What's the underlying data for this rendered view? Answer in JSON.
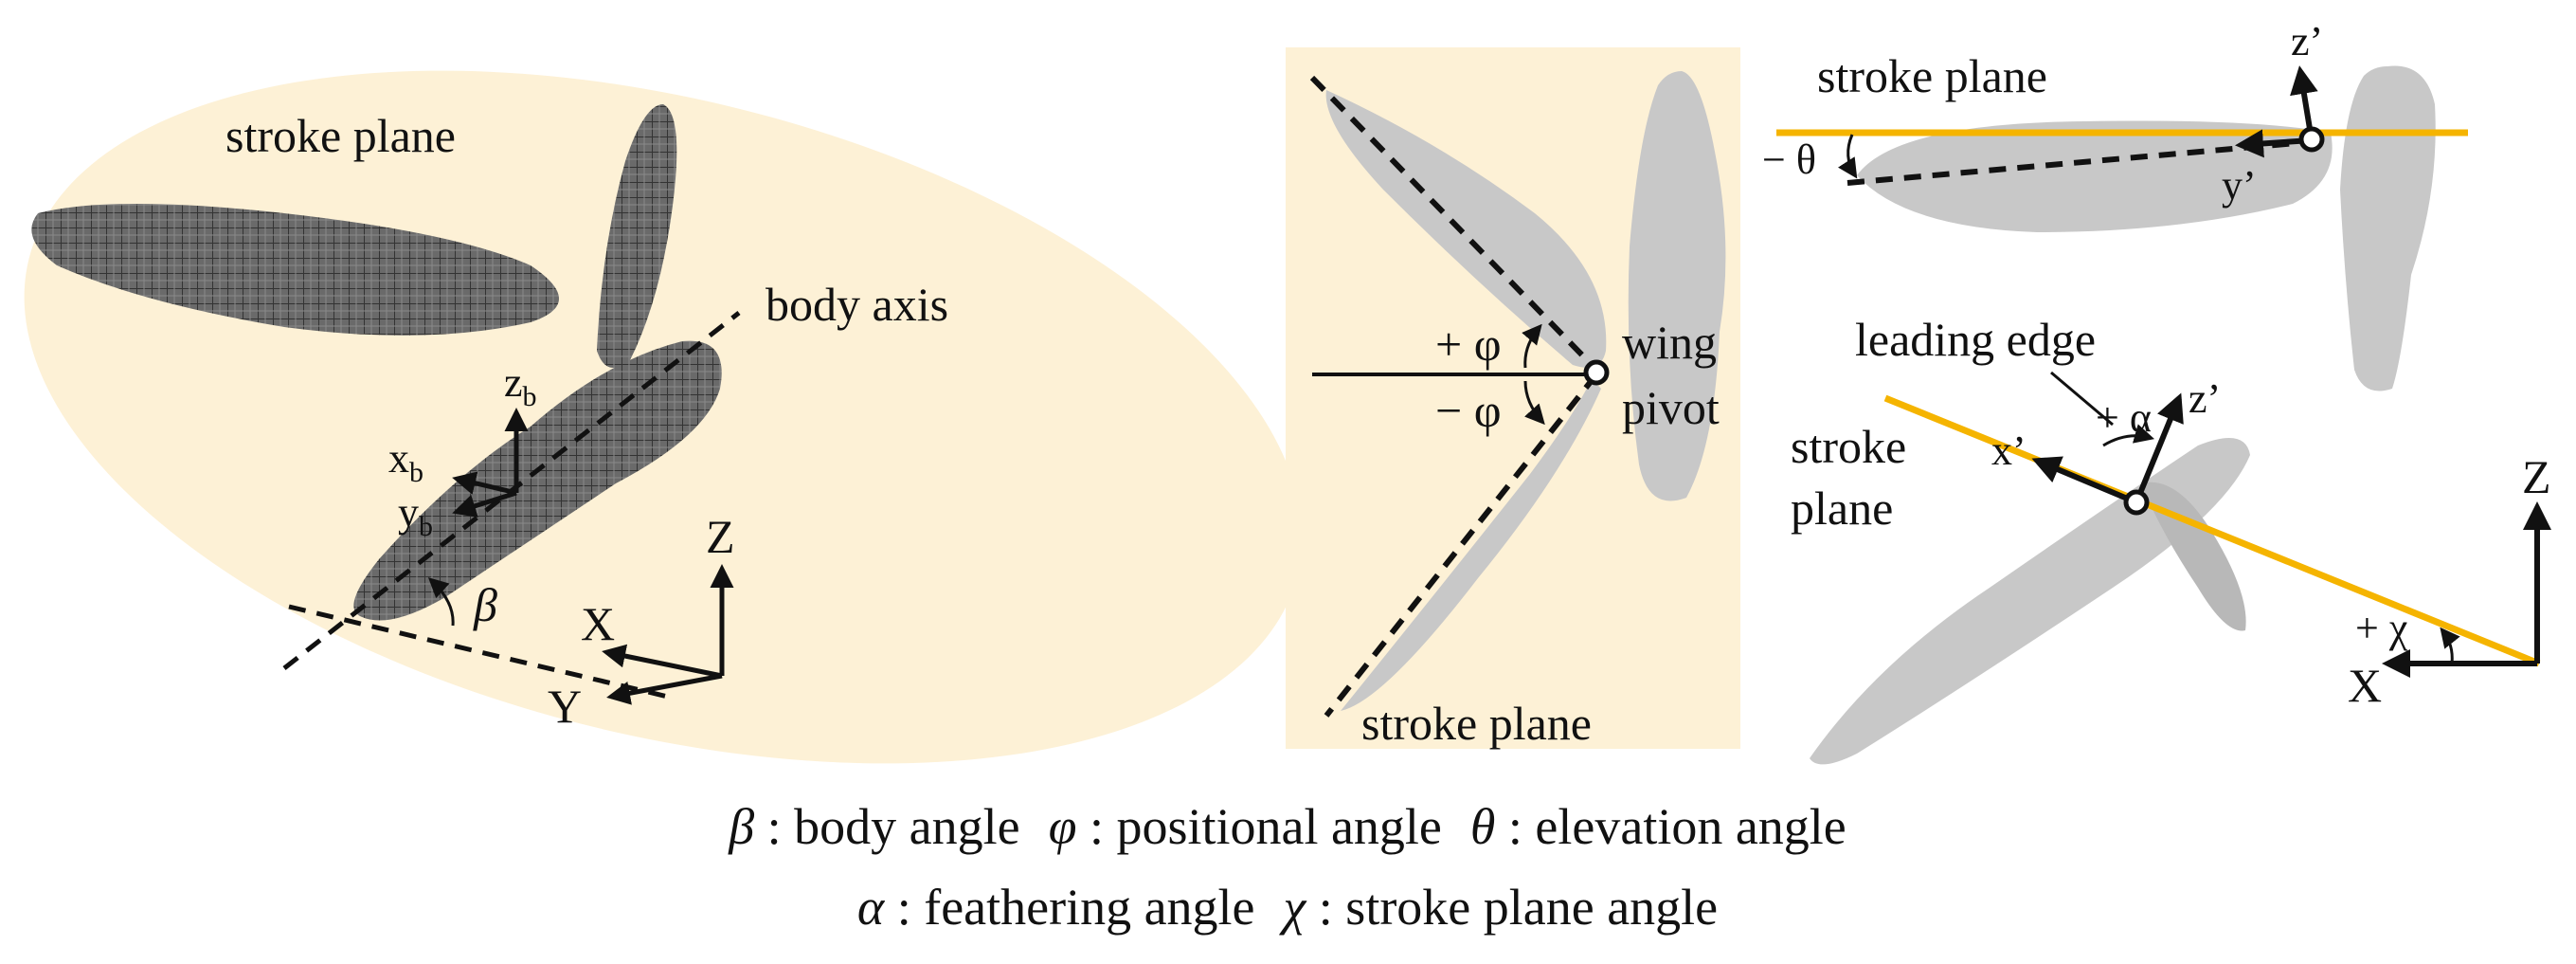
{
  "colors": {
    "stroke_plane_fill": "#fdf1d6",
    "stroke_plane_line": "#f5b400",
    "wing_shadow": "#c8c8c8",
    "mesh_dark": "#5a5a5a",
    "ink": "#111111"
  },
  "panel_left": {
    "stroke_plane": "stroke plane",
    "body_axis": "body axis",
    "zb_main": "z",
    "zb_sub": "b",
    "xb_main": "x",
    "xb_sub": "b",
    "yb_main": "y",
    "yb_sub": "b",
    "beta": "β",
    "Z": "Z",
    "X": "X",
    "Y": "Y"
  },
  "panel_middle": {
    "plus_phi": "+ φ",
    "minus_phi": "− φ",
    "wing": "wing",
    "pivot": "pivot",
    "stroke_plane": "stroke plane"
  },
  "panel_top_right": {
    "stroke_plane": "stroke plane",
    "minus_theta": "− θ",
    "z_prime": "z’",
    "y_prime": "y’"
  },
  "panel_bottom_right": {
    "leading_edge": "leading edge",
    "stroke": "stroke",
    "plane": "plane",
    "x_prime": "x’",
    "z_prime": "z’",
    "plus_alpha": "+ α",
    "Z": "Z",
    "X": "X",
    "plus_chi": "+ χ"
  },
  "caption": {
    "beta_sym": "β",
    "beta_text": " : body angle",
    "phi_sym": "φ",
    "phi_text": " : positional angle",
    "theta_sym": "θ",
    "theta_text": " : elevation angle",
    "alpha_sym": "α",
    "alpha_text": " : feathering angle",
    "chi_sym": "χ",
    "chi_text": " : stroke plane angle"
  }
}
